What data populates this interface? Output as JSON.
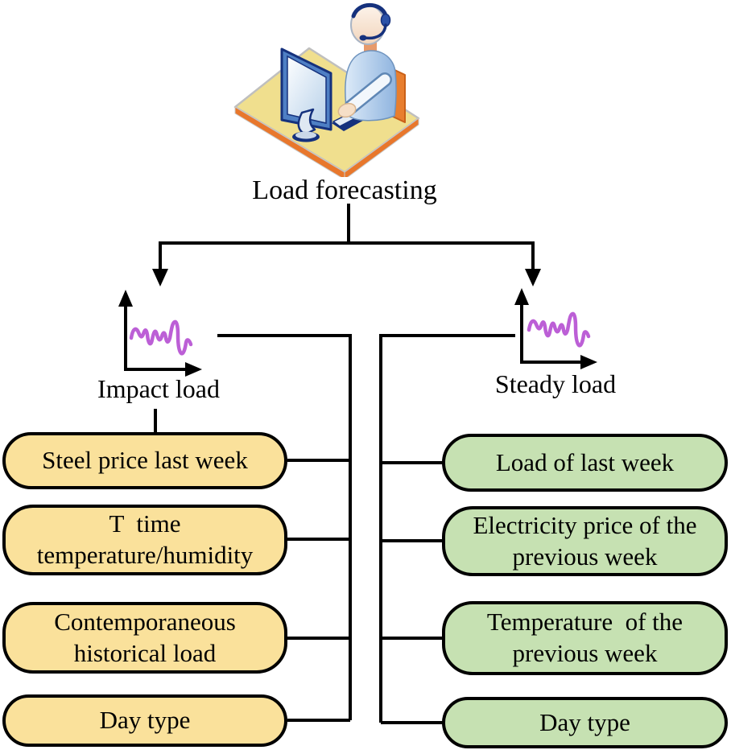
{
  "title": "Load forecasting",
  "illustration": {
    "icon": "operator-at-computer-illustration"
  },
  "branches": {
    "left": {
      "label": "Impact load",
      "icon": "impact-load-signal-chart-icon",
      "box_fill": "#FAE19B",
      "items": [
        "Steel price last week",
        "T  time\ntemperature/humidity",
        "Contemporaneous\nhistorical load",
        "Day type"
      ]
    },
    "right": {
      "label": "Steady load",
      "icon": "steady-load-signal-chart-icon",
      "box_fill": "#C6E1B2",
      "items": [
        "Load of last week",
        "Electricity price of the\nprevious week",
        "Temperature  of the\nprevious week",
        "Day type"
      ]
    }
  },
  "colors": {
    "line": "#000000",
    "text": "#000000",
    "background": "#ffffff",
    "signal_stroke": "#BC5FD6",
    "impact_fill": "#FAE19B",
    "steady_fill": "#C6E1B2"
  }
}
